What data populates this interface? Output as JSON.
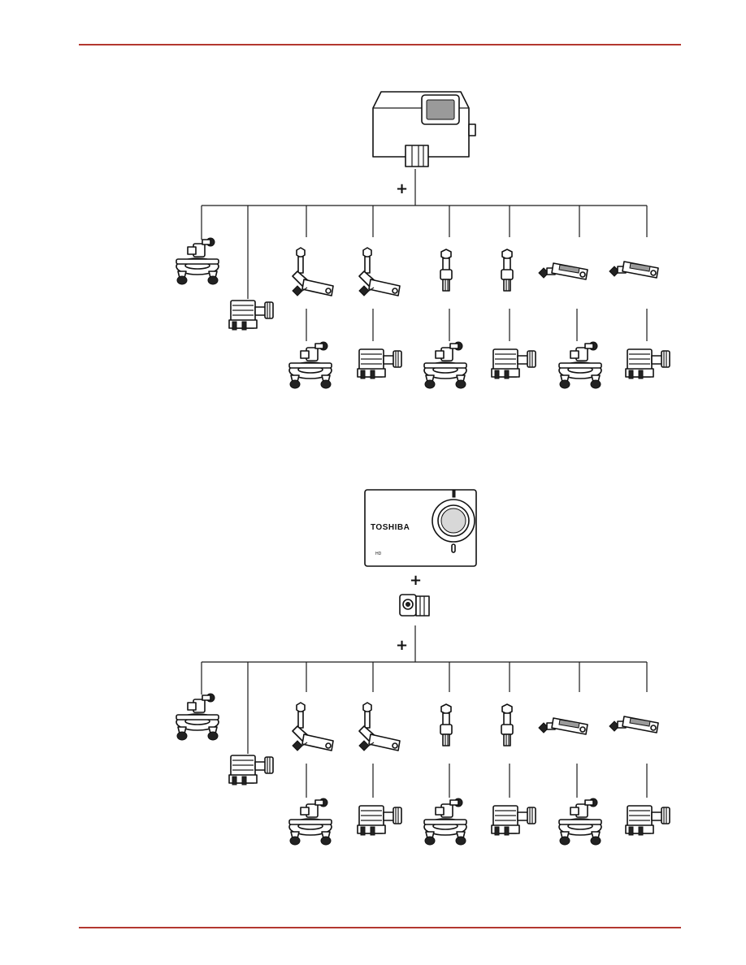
{
  "camera_brand": "TOSHIBA",
  "camera_badge": "HD",
  "connector_symbol": "+",
  "colors": {
    "rule": "#b3372f",
    "ink": "#111111"
  },
  "groups": [
    {
      "name": "waterproof-case-group",
      "main_item": "waterproof-case-icon",
      "adapter_item": null,
      "top_row": [
        "handlebar-mount-icon",
        "buckle-mount-icon",
        "pivot-arm-long-icon",
        "pivot-arm-long-icon",
        "extension-arm-short-icon",
        "extension-arm-short-icon",
        "flat-arm-icon",
        "flat-arm-icon"
      ],
      "bottom_row": [
        "handlebar-mount-icon",
        "buckle-mount-icon",
        "handlebar-mount-icon",
        "buckle-mount-icon",
        "handlebar-mount-icon",
        "buckle-mount-icon"
      ]
    },
    {
      "name": "camera-group",
      "main_item": "camera-icon",
      "adapter_item": "tripod-adapter-icon",
      "top_row": [
        "handlebar-mount-icon",
        "buckle-mount-icon",
        "pivot-arm-long-icon",
        "pivot-arm-long-icon",
        "extension-arm-short-icon",
        "extension-arm-short-icon",
        "flat-arm-icon",
        "flat-arm-icon"
      ],
      "bottom_row": [
        "handlebar-mount-icon",
        "buckle-mount-icon",
        "handlebar-mount-icon",
        "buckle-mount-icon",
        "handlebar-mount-icon",
        "buckle-mount-icon"
      ]
    }
  ]
}
